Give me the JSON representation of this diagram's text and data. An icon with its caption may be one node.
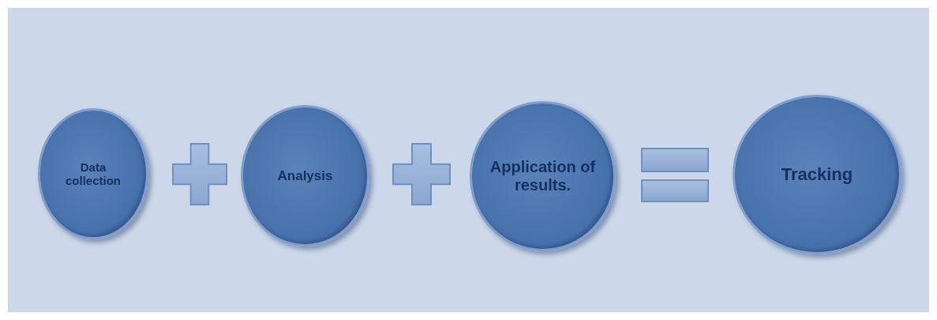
{
  "diagram": {
    "nodes": [
      {
        "text": [
          "Data collection"
        ]
      },
      {
        "text": [
          "Analysis"
        ]
      },
      {
        "text": [
          "Application of results."
        ]
      },
      {
        "text": [
          "Tracking"
        ]
      }
    ]
  }
}
